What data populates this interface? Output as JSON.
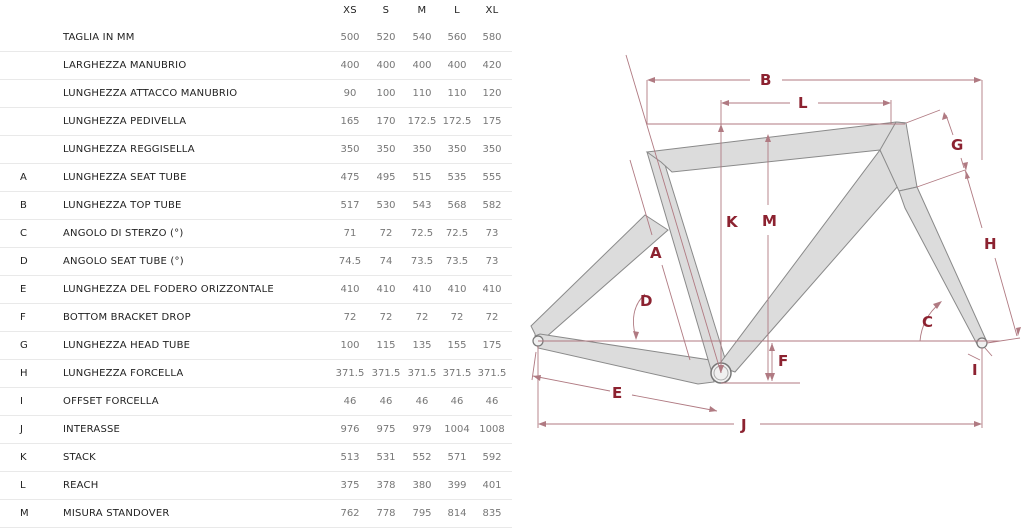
{
  "table": {
    "sizes": [
      "XS",
      "S",
      "M",
      "L",
      "XL"
    ],
    "rows": [
      {
        "code": "",
        "label": "TAGLIA IN MM",
        "values": [
          "500",
          "520",
          "540",
          "560",
          "580"
        ]
      },
      {
        "code": "",
        "label": "LARGHEZZA MANUBRIO",
        "values": [
          "400",
          "400",
          "400",
          "400",
          "420"
        ]
      },
      {
        "code": "",
        "label": "LUNGHEZZA ATTACCO MANUBRIO",
        "values": [
          "90",
          "100",
          "110",
          "110",
          "120"
        ]
      },
      {
        "code": "",
        "label": "LUNGHEZZA PEDIVELLA",
        "values": [
          "165",
          "170",
          "172.5",
          "172.5",
          "175"
        ]
      },
      {
        "code": "",
        "label": "LUNGHEZZA REGGISELLA",
        "values": [
          "350",
          "350",
          "350",
          "350",
          "350"
        ]
      },
      {
        "code": "A",
        "label": "LUNGHEZZA SEAT TUBE",
        "values": [
          "475",
          "495",
          "515",
          "535",
          "555"
        ]
      },
      {
        "code": "B",
        "label": "LUNGHEZZA TOP TUBE",
        "values": [
          "517",
          "530",
          "543",
          "568",
          "582"
        ]
      },
      {
        "code": "C",
        "label": "ANGOLO DI STERZO (°)",
        "values": [
          "71",
          "72",
          "72.5",
          "72.5",
          "73"
        ]
      },
      {
        "code": "D",
        "label": "ANGOLO SEAT TUBE (°)",
        "values": [
          "74.5",
          "74",
          "73.5",
          "73.5",
          "73"
        ]
      },
      {
        "code": "E",
        "label": "LUNGHEZZA DEL FODERO ORIZZONTALE",
        "values": [
          "410",
          "410",
          "410",
          "410",
          "410"
        ]
      },
      {
        "code": "F",
        "label": "BOTTOM BRACKET DROP",
        "values": [
          "72",
          "72",
          "72",
          "72",
          "72"
        ]
      },
      {
        "code": "G",
        "label": "LUNGHEZZA HEAD TUBE",
        "values": [
          "100",
          "115",
          "135",
          "155",
          "175"
        ]
      },
      {
        "code": "H",
        "label": "LUNGHEZZA FORCELLA",
        "values": [
          "371.5",
          "371.5",
          "371.5",
          "371.5",
          "371.5"
        ]
      },
      {
        "code": "I",
        "label": "OFFSET FORCELLA",
        "values": [
          "46",
          "46",
          "46",
          "46",
          "46"
        ]
      },
      {
        "code": "J",
        "label": "INTERASSE",
        "values": [
          "976",
          "975",
          "979",
          "1004",
          "1008"
        ]
      },
      {
        "code": "K",
        "label": "STACK",
        "values": [
          "513",
          "531",
          "552",
          "571",
          "592"
        ]
      },
      {
        "code": "L",
        "label": "REACH",
        "values": [
          "375",
          "378",
          "380",
          "399",
          "401"
        ]
      },
      {
        "code": "M",
        "label": "MISURA STANDOVER",
        "values": [
          "762",
          "778",
          "795",
          "814",
          "835"
        ]
      }
    ]
  },
  "diagram": {
    "labels": {
      "A": "A",
      "B": "B",
      "C": "C",
      "D": "D",
      "E": "E",
      "F": "F",
      "G": "G",
      "H": "H",
      "I": "I",
      "J": "J",
      "K": "K",
      "L": "L",
      "M": "M"
    },
    "accent_color": "#8c2230",
    "frame_fill": "#dcdcdc",
    "frame_stroke": "#8a8a8a"
  }
}
